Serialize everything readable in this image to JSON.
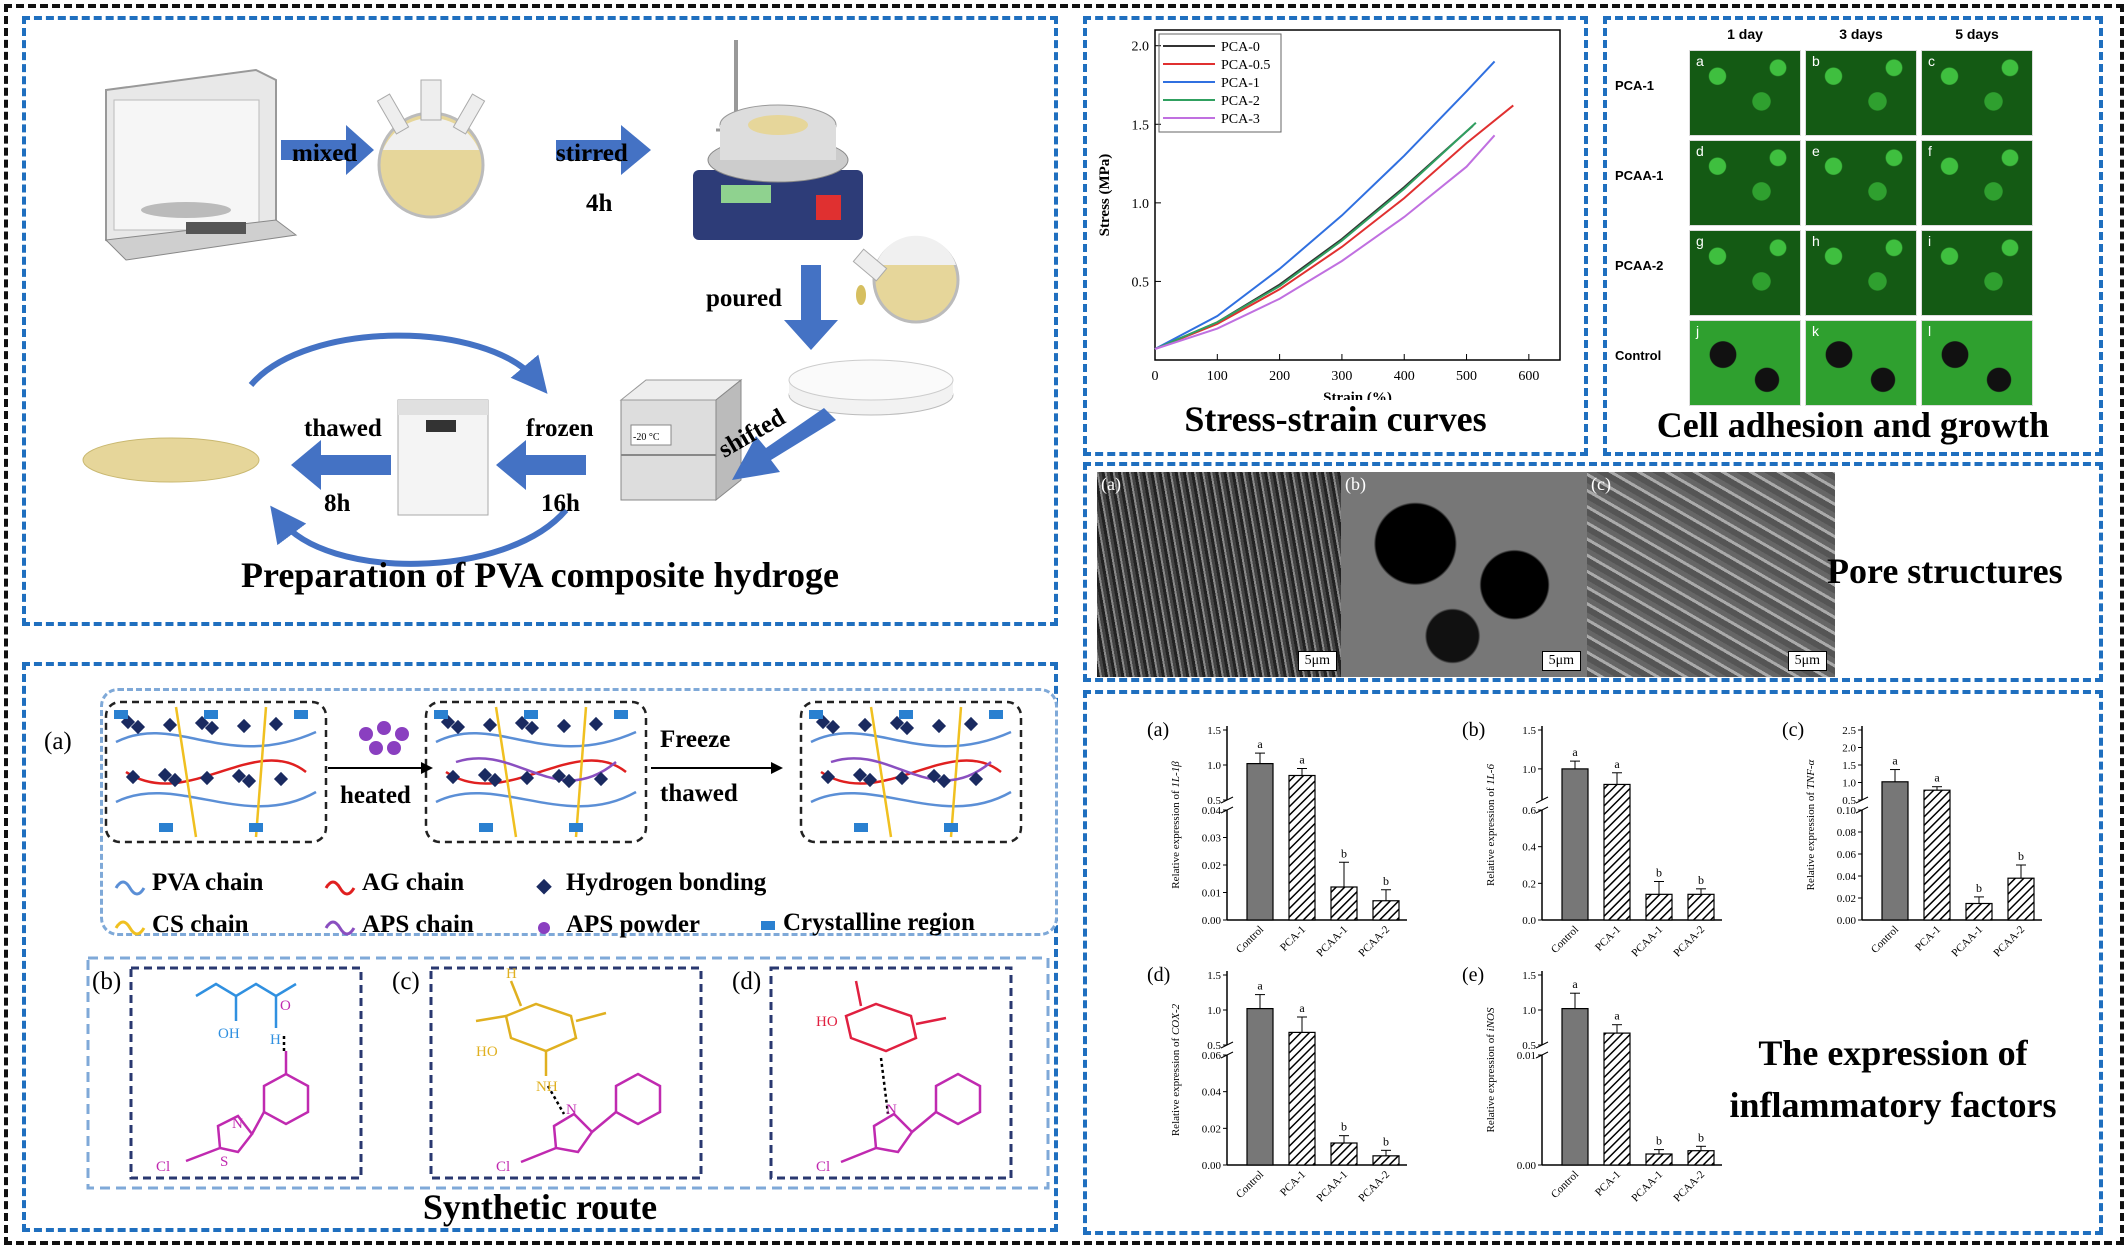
{
  "panels": {
    "preparation": {
      "title": "Preparation of PVA composite hydroge",
      "steps": {
        "mixed": "mixed",
        "stirred": "stirred",
        "stirred_time": "4h",
        "poured": "poured",
        "shifted": "shifted",
        "frozen": "frozen",
        "frozen_time": "16h",
        "thawed": "thawed",
        "thawed_time": "8h"
      },
      "fridge_display": "-20 °C"
    },
    "stress_strain": {
      "title": "Stress-strain curves"
    },
    "cell_adhesion": {
      "title": "Cell adhesion and growth",
      "columns": [
        "1 day",
        "3 days",
        "5 days"
      ],
      "rows": [
        "PCA-1",
        "PCAA-1",
        "PCAA-2",
        "Control"
      ],
      "tiles": [
        "a",
        "b",
        "c",
        "d",
        "e",
        "f",
        "g",
        "h",
        "i",
        "j",
        "k",
        "l"
      ]
    },
    "pore": {
      "title": "Pore structures",
      "images": [
        "(a)",
        "(b)",
        "(c)"
      ],
      "scale": "5μm"
    },
    "synthetic": {
      "title": "Synthetic route",
      "label_a": "(a)",
      "label_b": "(b)",
      "label_c": "(c)",
      "label_d": "(d)",
      "heated": "heated",
      "freeze": "Freeze",
      "thawed": "thawed",
      "legend": [
        "PVA chain",
        "AG chain",
        "Hydrogen bonding",
        "CS chain",
        "APS chain",
        "APS powder",
        "Crystalline region"
      ],
      "atoms": {
        "OH": "OH",
        "O": "O",
        "H": "H",
        "N": "N",
        "S": "S",
        "Cl": "Cl",
        "HO": "HO",
        "NH": "NH"
      }
    },
    "inflammatory": {
      "title_line1": "The expression of",
      "title_line2": "inflammatory factors"
    }
  },
  "colors": {
    "panel_border": "#1f6fbf",
    "arrow": "#4472c4",
    "pva": "#5b8fd6",
    "ag": "#e02020",
    "cs": "#f0c020",
    "aps": "#8a4fc0",
    "mol_magenta": "#c02ab0",
    "mol_blue": "#3090e0",
    "mol_yellow": "#e0b020",
    "mol_red": "#e02040"
  },
  "chart_data": [
    {
      "type": "line",
      "xlabel": "Strain (%)",
      "ylabel": "Stress (MPa)",
      "xlim": [
        0,
        650
      ],
      "ylim": [
        0,
        2.1
      ],
      "xticks": [
        "0",
        "100",
        "200",
        "300",
        "400",
        "500",
        "600"
      ],
      "yticks": [
        "0.5",
        "1.0",
        "1.5",
        "2.0"
      ],
      "legend_position": "top-left",
      "series": [
        {
          "name": "PCA-0",
          "color": "#333333",
          "x": [
            0,
            100,
            200,
            300,
            400,
            510
          ],
          "y": [
            0.07,
            0.24,
            0.48,
            0.77,
            1.1,
            1.49
          ]
        },
        {
          "name": "PCA-0.5",
          "color": "#e03030",
          "x": [
            0,
            100,
            200,
            300,
            400,
            500,
            575
          ],
          "y": [
            0.07,
            0.23,
            0.45,
            0.72,
            1.03,
            1.38,
            1.62
          ]
        },
        {
          "name": "PCA-1",
          "color": "#3070e0",
          "x": [
            0,
            100,
            200,
            300,
            400,
            500,
            545
          ],
          "y": [
            0.07,
            0.28,
            0.58,
            0.92,
            1.3,
            1.71,
            1.9
          ]
        },
        {
          "name": "PCA-2",
          "color": "#30a060",
          "x": [
            0,
            100,
            200,
            300,
            400,
            515
          ],
          "y": [
            0.07,
            0.24,
            0.47,
            0.76,
            1.09,
            1.51
          ]
        },
        {
          "name": "PCA-3",
          "color": "#c070e0",
          "x": [
            0,
            100,
            200,
            300,
            400,
            500,
            545
          ],
          "y": [
            0.07,
            0.2,
            0.39,
            0.63,
            0.91,
            1.23,
            1.43
          ]
        }
      ]
    },
    {
      "type": "bar",
      "label": "(a)",
      "ylabel_prefix": "Relative expression of ",
      "ylabel_gene": "1L-1β",
      "categories": [
        "Control",
        "PCA-1",
        "PCAA-1",
        "PCAA-2"
      ],
      "values": [
        1.02,
        0.85,
        0.012,
        0.007
      ],
      "errors": [
        0.15,
        0.1,
        0.009,
        0.004
      ],
      "letters": [
        "a",
        "a",
        "b",
        "b"
      ],
      "lower_range": [
        0,
        0.04
      ],
      "upper_range": [
        0.5,
        1.5
      ],
      "lower_ticks": [
        "0.00",
        "0.01",
        "0.02",
        "0.03",
        "0.04"
      ],
      "upper_ticks": [
        "0.5",
        "1.0",
        "1.5"
      ]
    },
    {
      "type": "bar",
      "label": "(b)",
      "ylabel_prefix": "Relative expression of ",
      "ylabel_gene": "1L-6",
      "categories": [
        "Control",
        "PCA-1",
        "PCAA-1",
        "PCAA-2"
      ],
      "values": [
        1.0,
        0.8,
        0.14,
        0.14
      ],
      "errors": [
        0.1,
        0.15,
        0.07,
        0.03
      ],
      "letters": [
        "a",
        "a",
        "b",
        "b"
      ],
      "lower_range": [
        0,
        0.6
      ],
      "upper_range": [
        0.6,
        1.5
      ],
      "lower_ticks": [
        "0.0",
        "0.2",
        "0.4",
        "0.6"
      ],
      "upper_ticks": [
        "1.0",
        "1.5"
      ]
    },
    {
      "type": "bar",
      "label": "(c)",
      "ylabel_prefix": "Relative expression of ",
      "ylabel_gene": "TNF-α",
      "categories": [
        "Control",
        "PCA-1",
        "PCAA-1",
        "PCAA-2"
      ],
      "values": [
        1.02,
        0.78,
        0.015,
        0.038
      ],
      "errors": [
        0.35,
        0.1,
        0.006,
        0.012
      ],
      "letters": [
        "a",
        "a",
        "b",
        "b"
      ],
      "lower_range": [
        0,
        0.1
      ],
      "upper_range": [
        0.5,
        2.5
      ],
      "lower_ticks": [
        "0.00",
        "0.02",
        "0.04",
        "0.06",
        "0.08",
        "0.10"
      ],
      "upper_ticks": [
        "0.5",
        "1.0",
        "1.5",
        "2.0",
        "2.5"
      ]
    },
    {
      "type": "bar",
      "label": "(d)",
      "ylabel_prefix": "Relative expression of ",
      "ylabel_gene": "COX-2",
      "categories": [
        "Control",
        "PCA-1",
        "PCAA-1",
        "PCAA-2"
      ],
      "values": [
        1.02,
        0.68,
        0.012,
        0.005
      ],
      "errors": [
        0.2,
        0.22,
        0.004,
        0.003
      ],
      "letters": [
        "a",
        "a",
        "b",
        "b"
      ],
      "lower_range": [
        0,
        0.06
      ],
      "upper_range": [
        0.5,
        1.5
      ],
      "lower_ticks": [
        "0.00",
        "0.02",
        "0.04",
        "0.06"
      ],
      "upper_ticks": [
        "0.5",
        "1.0",
        "1.5"
      ]
    },
    {
      "type": "bar",
      "label": "(e)",
      "ylabel_prefix": "Relative expression of ",
      "ylabel_gene": "iNOS",
      "categories": [
        "Control",
        "PCA-1",
        "PCAA-1",
        "PCAA-2"
      ],
      "values": [
        1.02,
        0.67,
        0.001,
        0.0013
      ],
      "errors": [
        0.22,
        0.12,
        0.0004,
        0.0004
      ],
      "letters": [
        "a",
        "a",
        "b",
        "b"
      ],
      "lower_range": [
        0,
        0.01
      ],
      "upper_range": [
        0.5,
        1.5
      ],
      "lower_ticks": [
        "0.00",
        "0.01"
      ],
      "upper_ticks": [
        "0.5",
        "1.0",
        "1.5"
      ]
    }
  ]
}
